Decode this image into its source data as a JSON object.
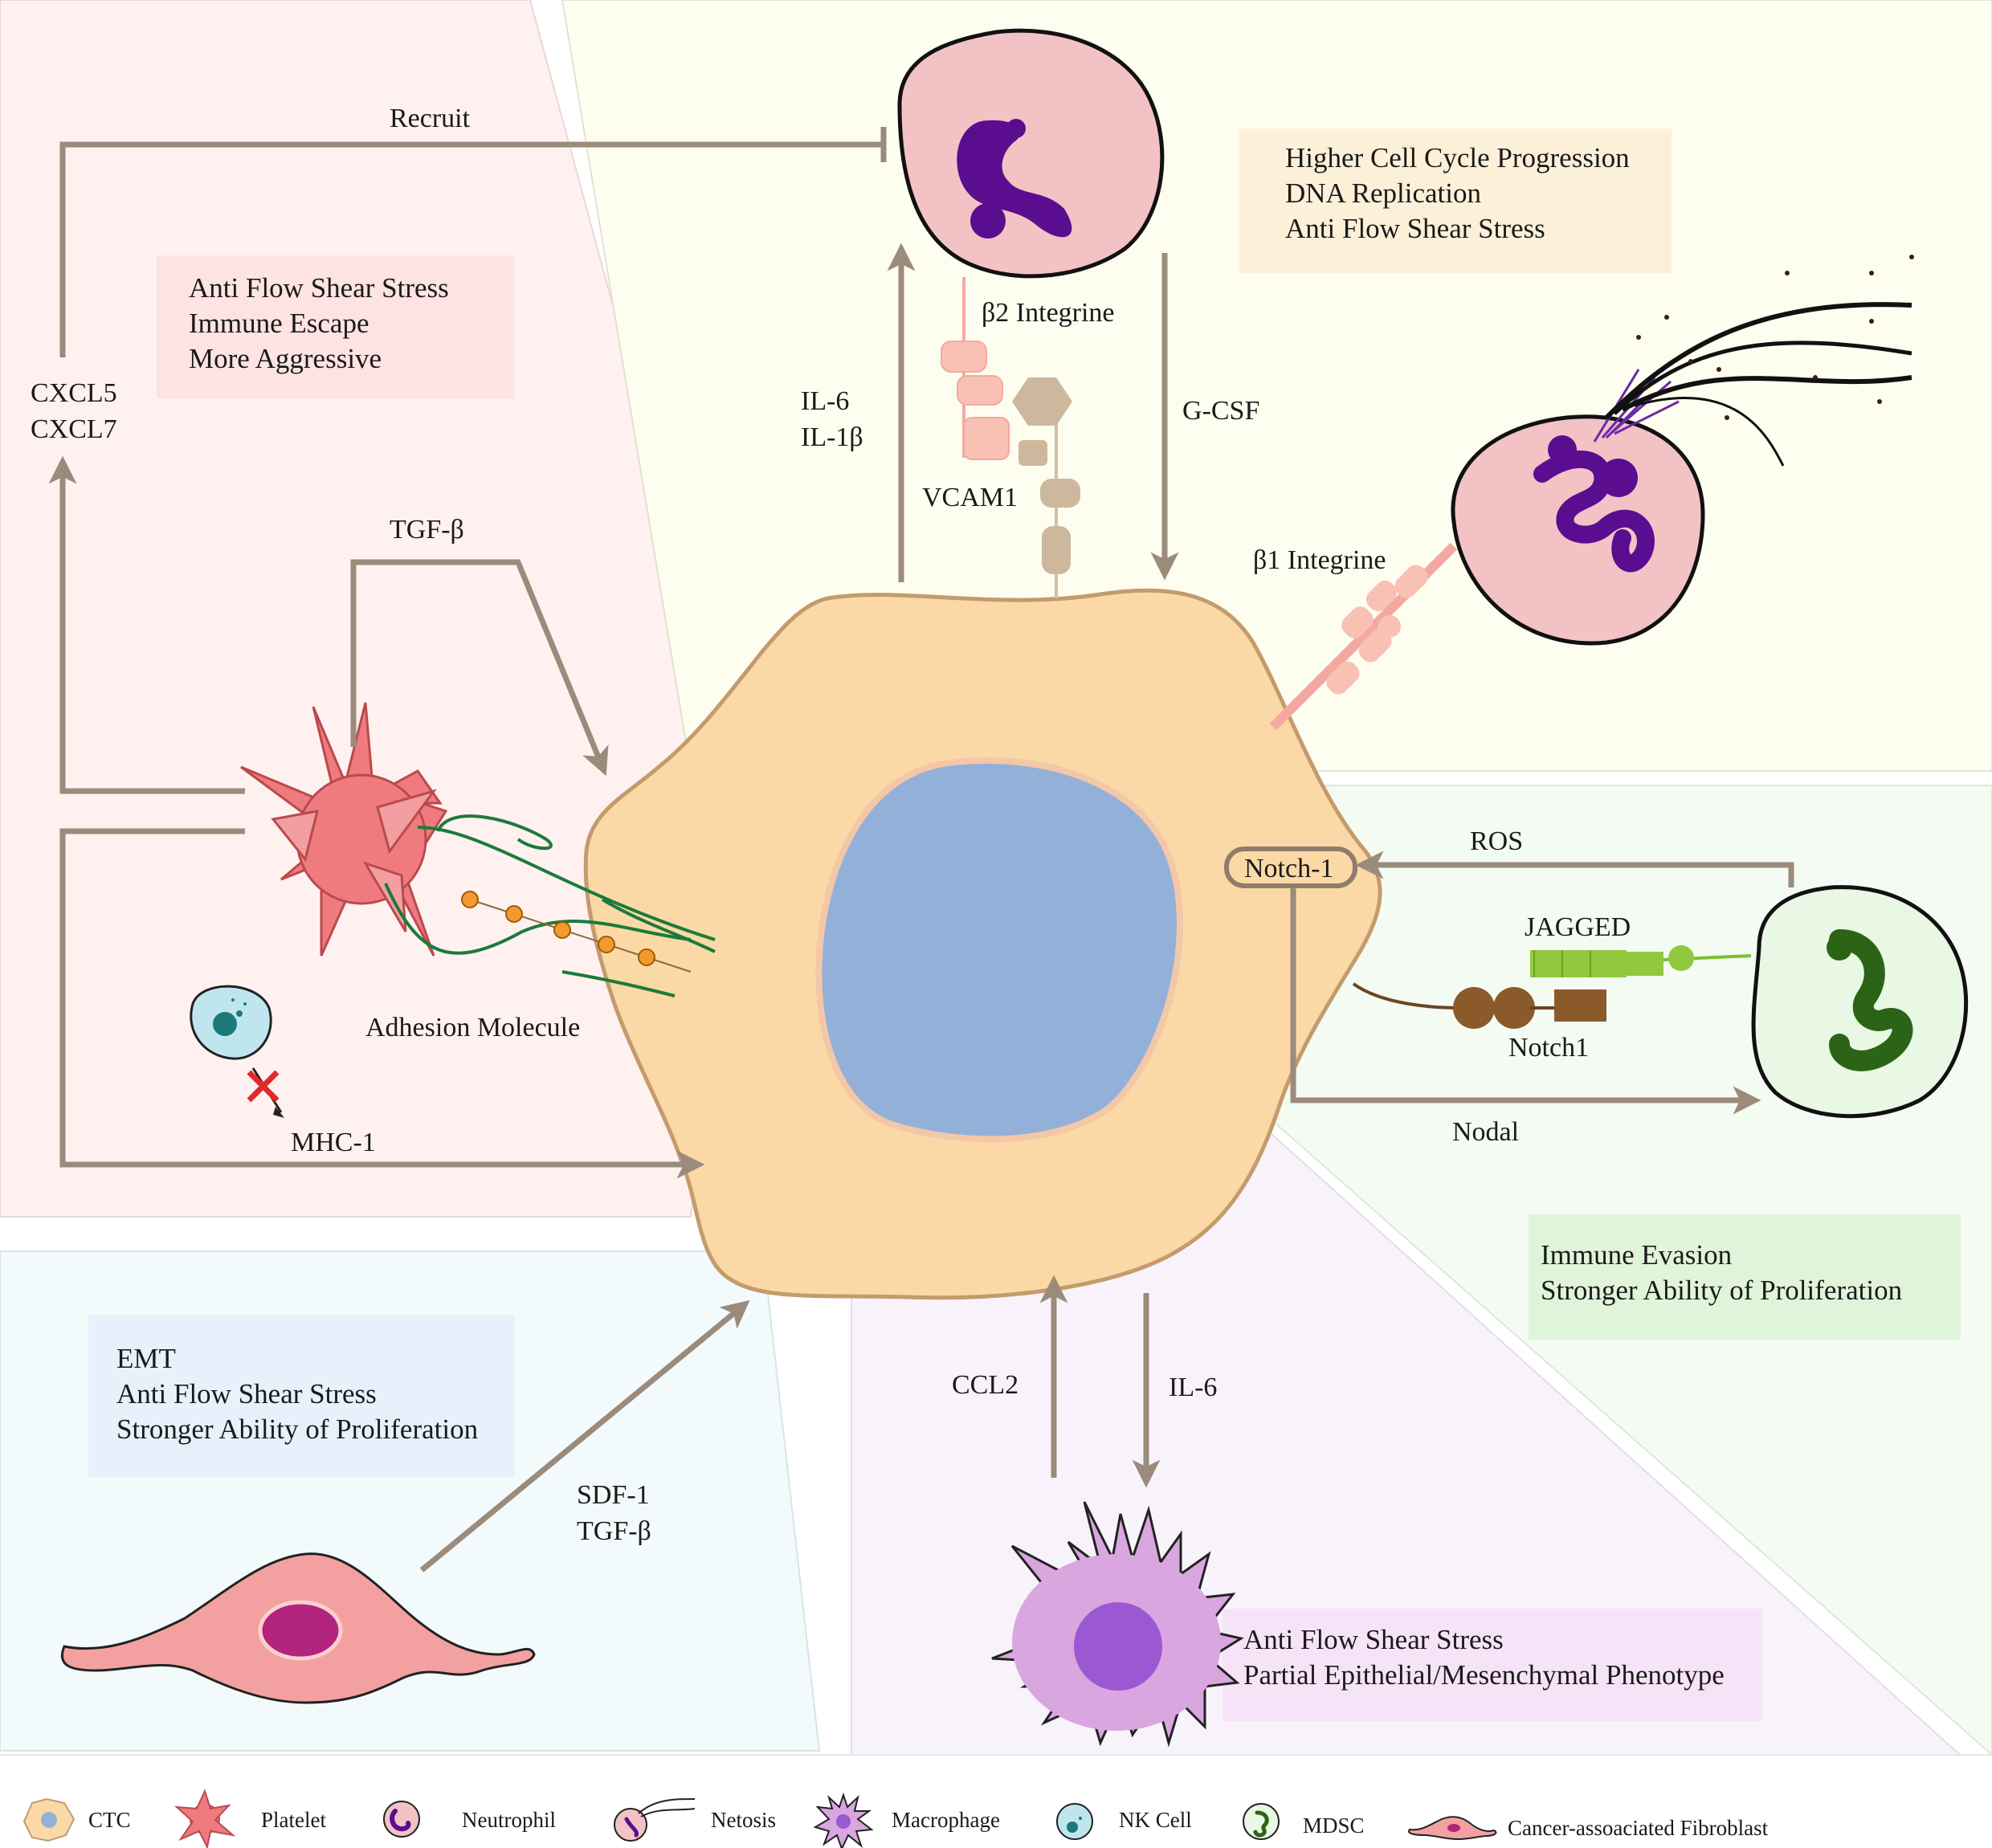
{
  "colors": {
    "arrow": "#9b8b7b",
    "ctc_body": "#fbd9a6",
    "ctc_nucleus": "#93b1d8",
    "platelet": "#ef7b7e",
    "neutrophil": "#f3c2c5",
    "neutrophil_nucleus": "#5b0d8f",
    "mdsc": "#e9f8e5",
    "mdsc_nucleus": "#2b6416",
    "macrophage": "#d9a6df",
    "macrophage_nucleus": "#9c58d3",
    "fibroblast": "#f3a1a0",
    "fibroblast_nucleus": "#b3247e",
    "panel_platelet": "#fff1f0",
    "panel_neutrophil": "#fdfdf0",
    "panel_mdsc": "#f4fbf3",
    "panel_macrophage": "#f8f3fb",
    "panel_fibroblast": "#f2fafb"
  },
  "labels": {
    "recruit": "Recruit",
    "cxcl5": "CXCL5",
    "cxcl7": "CXCL7",
    "tgf_beta_top": "TGF-β",
    "adhesion_molecule": "Adhesion Molecule",
    "mhc1": "MHC-1",
    "il6_top": "IL-6",
    "il1b": "IL-1β",
    "b2_integrine": "β2 Integrine",
    "vcam1": "VCAM1",
    "gcsf": "G-CSF",
    "b1_integrine": "β1 Integrine",
    "notch1_receptor": "Notch-1",
    "ros": "ROS",
    "jagged": "JAGGED",
    "notch1": "Notch1",
    "nodal": "Nodal",
    "ccl2": "CCL2",
    "il6_bottom": "IL-6",
    "sdf1": "SDF-1",
    "tgf_beta_bottom": "TGF-β"
  },
  "boxes": {
    "platelet_effects": [
      "Anti Flow Shear Stress",
      "Immune Escape",
      "More Aggressive"
    ],
    "neutrophil_effects": [
      "Higher Cell Cycle Progression",
      "DNA Replication",
      "Anti Flow Shear Stress"
    ],
    "mdsc_effects": [
      "Immune Evasion",
      "Stronger Ability of Proliferation"
    ],
    "fibroblast_effects": [
      "EMT",
      "Anti Flow Shear Stress",
      "Stronger Ability of Proliferation"
    ],
    "macrophage_effects": [
      "Anti Flow Shear Stress",
      "Partial Epithelial/Mesenchymal Phenotype"
    ]
  },
  "legend": [
    {
      "icon": "ctc-icon",
      "label": "CTC"
    },
    {
      "icon": "platelet-icon",
      "label": "Platelet"
    },
    {
      "icon": "neutrophil-icon",
      "label": "Neutrophil"
    },
    {
      "icon": "netosis-icon",
      "label": "Netosis"
    },
    {
      "icon": "macrophage-icon",
      "label": "Macrophage"
    },
    {
      "icon": "nk-cell-icon",
      "label": "NK Cell"
    },
    {
      "icon": "mdsc-icon",
      "label": "MDSC"
    },
    {
      "icon": "fibroblast-icon",
      "label": "Cancer-assoaciated Fibroblast"
    }
  ]
}
